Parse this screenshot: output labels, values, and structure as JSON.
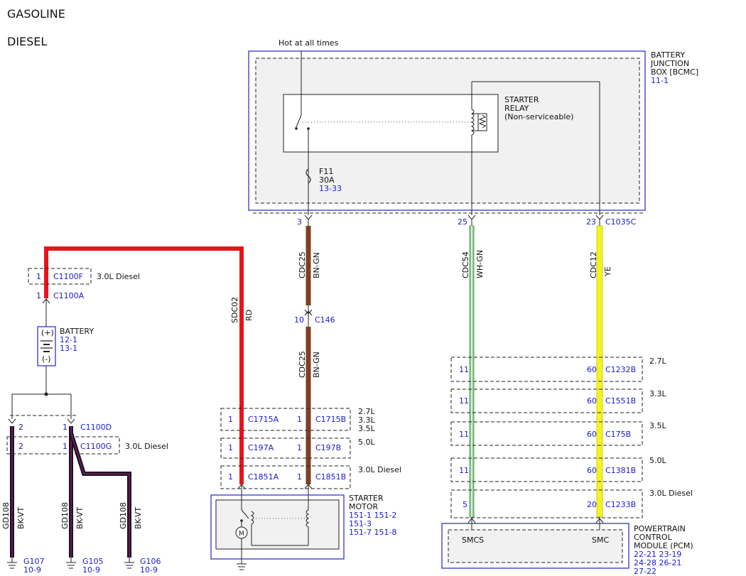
{
  "headers": {
    "gasoline": "GASOLINE",
    "diesel": "DIESEL"
  },
  "hot": "Hot at all times",
  "bjb": {
    "line1": "BATTERY",
    "line2": "JUNCTION",
    "line3": "BOX [BCMC]",
    "ref": "11-1"
  },
  "relay": {
    "line1": "STARTER",
    "line2": "RELAY",
    "line3": "(Non-serviceable)"
  },
  "fuse": {
    "name": "F11",
    "rating": "30A",
    "ref": "13-33"
  },
  "bjb_pins": {
    "p3": "3",
    "p25": "25",
    "p23": "23",
    "conn": "C1035C"
  },
  "wires": {
    "sdc02": {
      "circuit": "SDC02",
      "color": "RD"
    },
    "cdc25a": {
      "circuit": "CDC25",
      "color": "BN-GN"
    },
    "cdc25b": {
      "circuit": "CDC25",
      "color": "BN-GN"
    },
    "cdc54": {
      "circuit": "CDC54",
      "color": "WH-GN"
    },
    "cdc12": {
      "circuit": "CDC12",
      "color": "YE"
    },
    "gd1": {
      "circuit": "GD108",
      "color": "BK-VT"
    },
    "gd2": {
      "circuit": "GD108",
      "color": "BK-VT"
    },
    "gd3": {
      "circuit": "GD108",
      "color": "BK-VT"
    }
  },
  "c146": {
    "pin": "10",
    "name": "C146"
  },
  "c1100f": {
    "pin": "1",
    "name": "C1100F",
    "note": "3.0L Diesel"
  },
  "c1100a": {
    "pin": "1",
    "name": "C1100A"
  },
  "battery": {
    "name": "BATTERY",
    "ref1": "12-1",
    "ref2": "13-1",
    "plus": "(+)",
    "minus": "(-)"
  },
  "c1100d": {
    "pin_a": "2",
    "pin_b": "1",
    "name": "C1100D"
  },
  "c1100g": {
    "pin_a": "2",
    "pin_b": "1",
    "name": "C1100G",
    "note": "3.0L Diesel"
  },
  "starter_conns": [
    {
      "pa": "1",
      "na": "C1715A",
      "pb": "1",
      "nb": "C1715B",
      "note1": "2.7L",
      "note2": "3.3L",
      "note3": "3.5L"
    },
    {
      "pa": "1",
      "na": "C197A",
      "pb": "1",
      "nb": "C197B",
      "note1": "5.0L"
    },
    {
      "pa": "1",
      "na": "C1851A",
      "pb": "1",
      "nb": "C1851B",
      "note1": "3.0L Diesel"
    }
  ],
  "starter": {
    "line1": "STARTER",
    "line2": "MOTOR",
    "ref1": "151-1 151-2",
    "ref2": "151-3",
    "ref3": "151-7 151-8"
  },
  "pcm_conns": [
    {
      "pa": "11",
      "pb": "60",
      "name": "C1232B",
      "note": "2.7L"
    },
    {
      "pa": "11",
      "pb": "60",
      "name": "C1551B",
      "note": "3.3L"
    },
    {
      "pa": "11",
      "pb": "60",
      "name": "C175B",
      "note": "3.5L"
    },
    {
      "pa": "11",
      "pb": "60",
      "name": "C1381B",
      "note": "5.0L"
    },
    {
      "pa": "5",
      "pb": "20",
      "name": "C1233B",
      "note": "3.0L Diesel"
    }
  ],
  "pcm": {
    "left_label": "SMCS",
    "right_label": "SMC",
    "line1": "POWERTRAIN",
    "line2": "CONTROL",
    "line3": "MODULE (PCM)",
    "ref1": "22-21 23-19",
    "ref2": "24-28 26-21",
    "ref3": "27-22"
  },
  "grounds": [
    {
      "name": "G107",
      "ref": "10-9"
    },
    {
      "name": "G105",
      "ref": "10-9"
    },
    {
      "name": "G106",
      "ref": "10-9"
    }
  ],
  "colors": {
    "red": "#e8141c",
    "brown": "#7a4126",
    "yellow": "#f5f518",
    "green": "#86c98a",
    "black": "#1c1220",
    "violet": "#7b1f6e",
    "blue": "#3333cc"
  }
}
